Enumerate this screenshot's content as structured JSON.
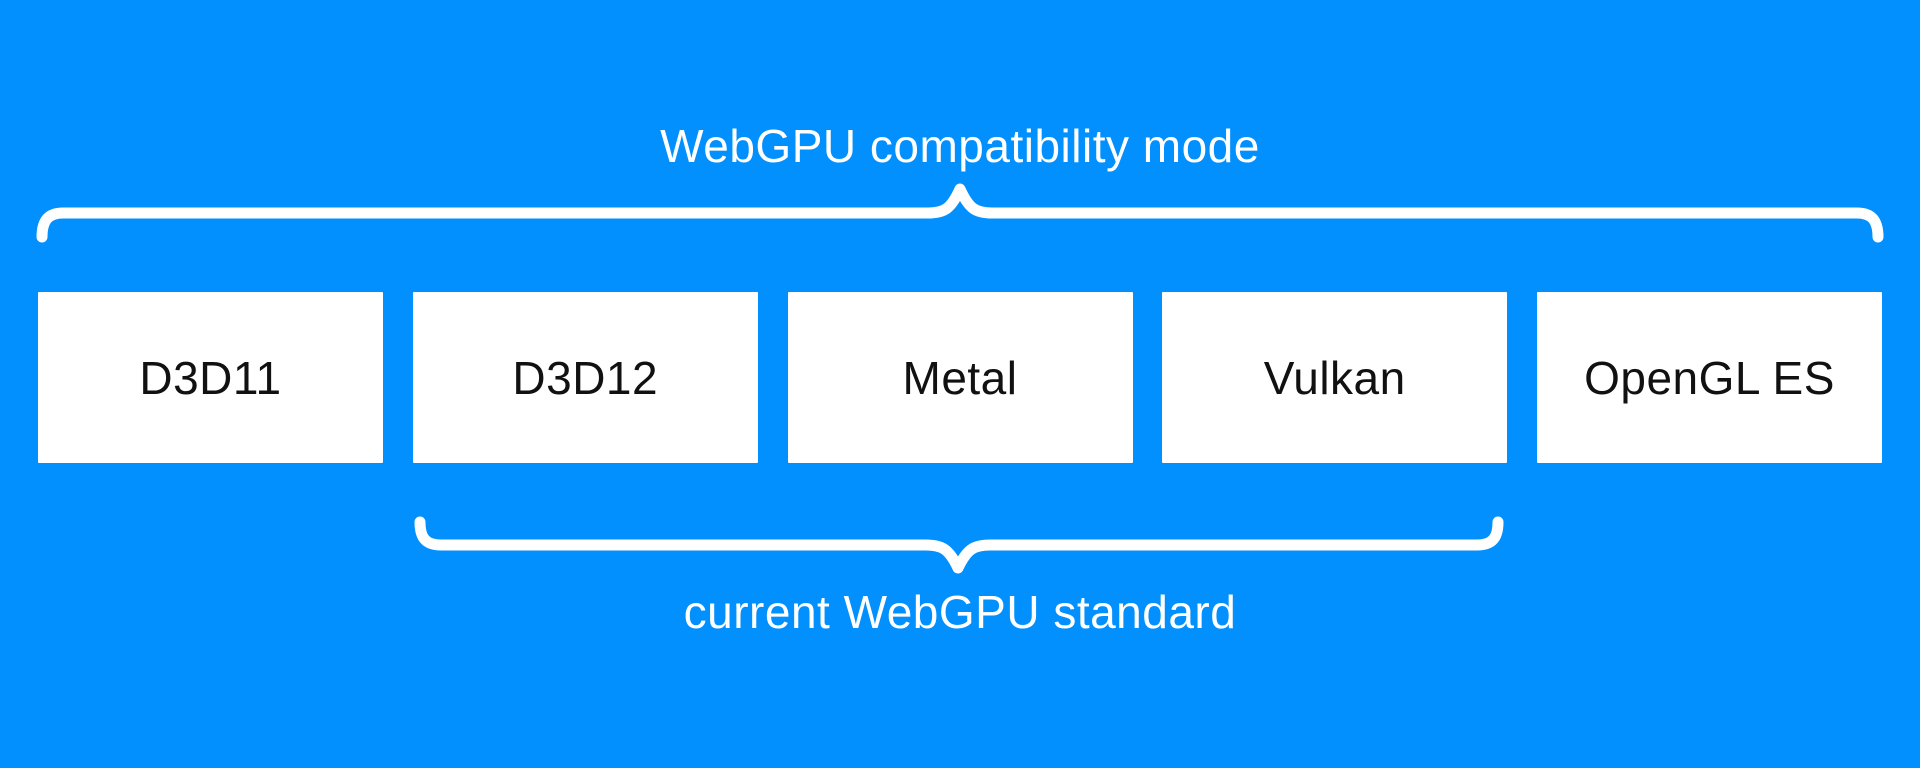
{
  "canvas": {
    "background_color": "#0190fe",
    "text_color_light": "#ffffff",
    "text_color_dark": "#111111",
    "brace_color": "#ffffff"
  },
  "top_bracket": {
    "label": "WebGPU compatibility mode"
  },
  "bottom_bracket": {
    "label": "current WebGPU standard"
  },
  "boxes": [
    {
      "label": "D3D11"
    },
    {
      "label": "D3D12"
    },
    {
      "label": "Metal"
    },
    {
      "label": "Vulkan"
    },
    {
      "label": "OpenGL ES"
    }
  ]
}
